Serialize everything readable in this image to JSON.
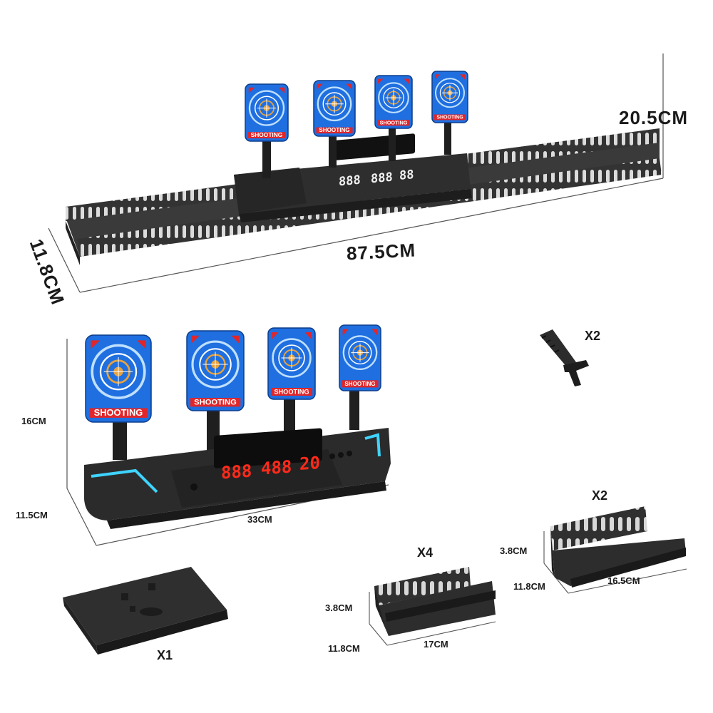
{
  "product": {
    "target_label": "SHOOTING",
    "full_set": {
      "height": "20.5CM",
      "length": "87.5CM",
      "depth": "11.8CM",
      "display": {
        "score1": "888",
        "score2": "888",
        "timer": "88"
      }
    },
    "base_unit": {
      "height": "16CM",
      "depth": "11.5CM",
      "length": "33CM",
      "display": {
        "score1": "888",
        "score2": "488",
        "timer": "20"
      }
    },
    "pin": {
      "quantity": "X2"
    },
    "base_plate": {
      "quantity": "X1"
    },
    "short_track": {
      "quantity": "X4",
      "height": "3.8CM",
      "depth": "11.8CM",
      "length": "17CM"
    },
    "end_track": {
      "quantity": "X2",
      "height": "3.8CM",
      "depth": "11.8CM",
      "length": "16.5CM"
    }
  },
  "colors": {
    "target_blue": "#1f6fe0",
    "target_red": "#e0262a",
    "plastic_black": "#2b2b2b",
    "led_red": "#ff2a1a",
    "led_white": "#f2f2f2",
    "accent_cyan": "#3fd3ff"
  }
}
